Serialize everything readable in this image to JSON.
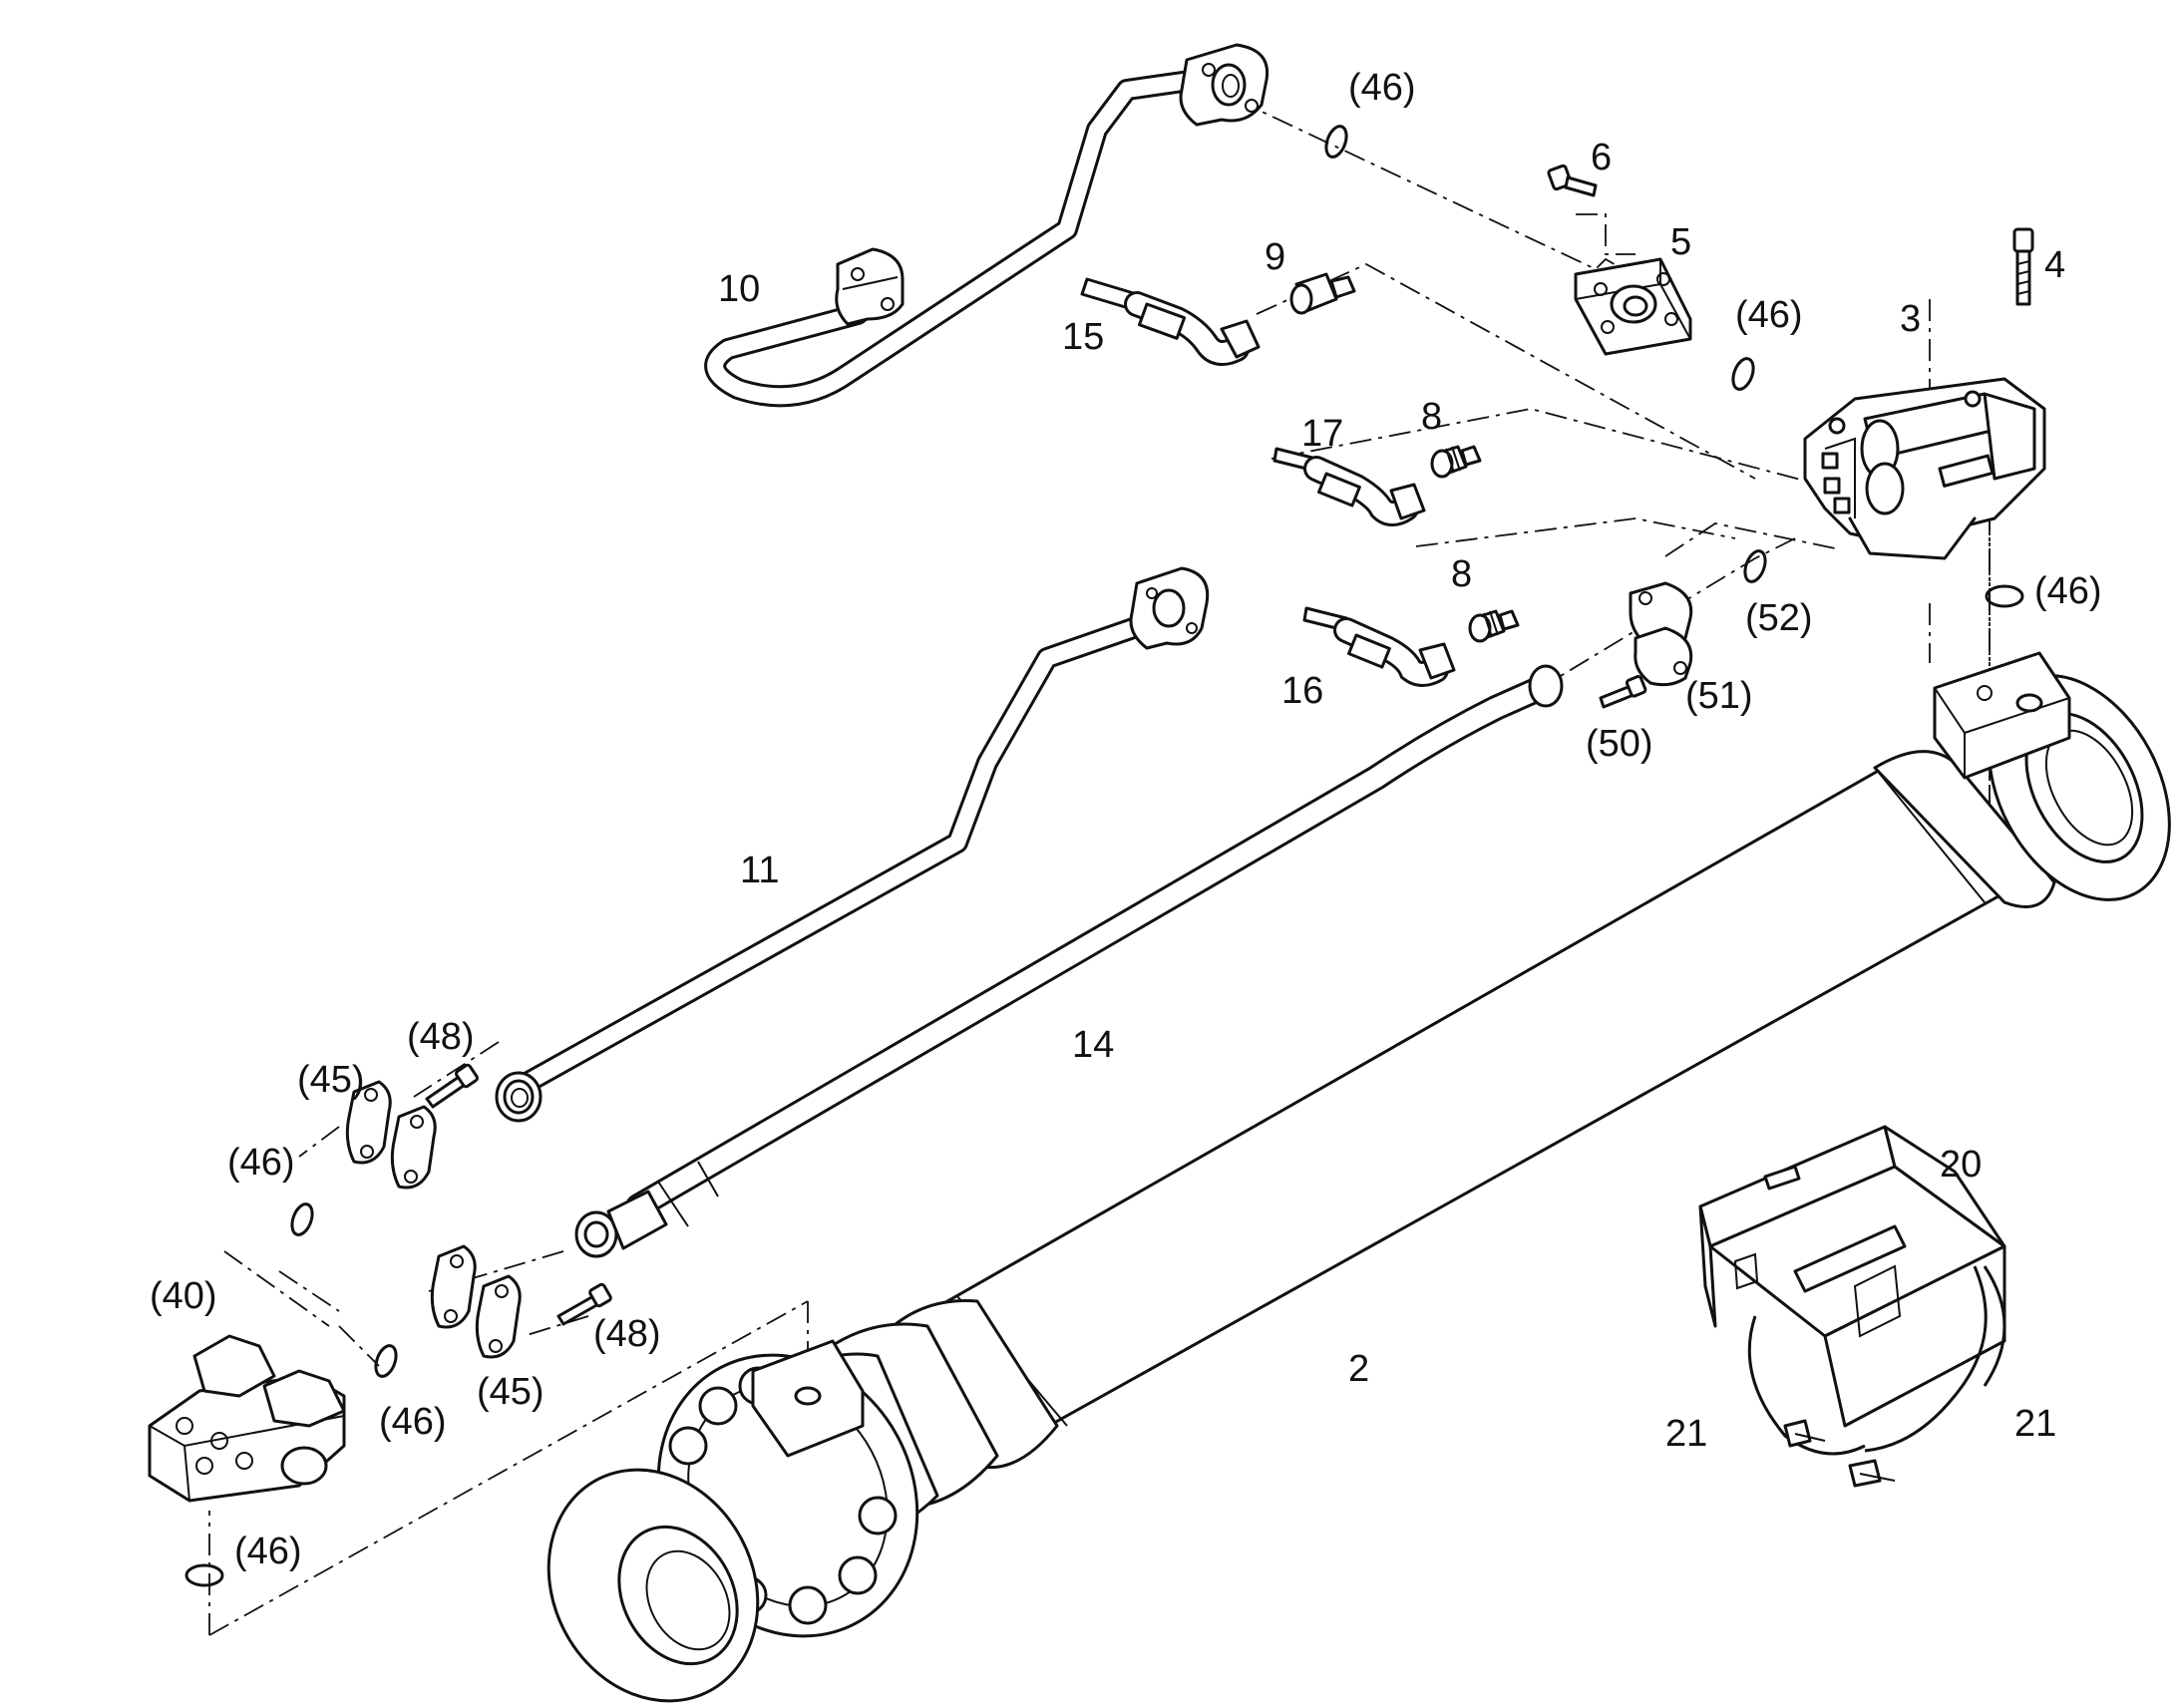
{
  "labels": {
    "p2": "2",
    "p3": "3",
    "p4": "4",
    "p5": "5",
    "p6": "6",
    "p8a": "8",
    "p8b": "8",
    "p9": "9",
    "p10": "10",
    "p11": "11",
    "p14": "14",
    "p15": "15",
    "p16": "16",
    "p17": "17",
    "p20": "20",
    "p21a": "21",
    "p21b": "21",
    "p40": "(40)",
    "p45a": "(45)",
    "p45b": "(45)",
    "p46a": "(46)",
    "p46b": "(46)",
    "p46c": "(46)",
    "p46d": "(46)",
    "p46e": "(46)",
    "p46f": "(46)",
    "p48a": "(48)",
    "p48b": "(48)",
    "p50": "(50)",
    "p51": "(51)",
    "p52": "(52)"
  }
}
